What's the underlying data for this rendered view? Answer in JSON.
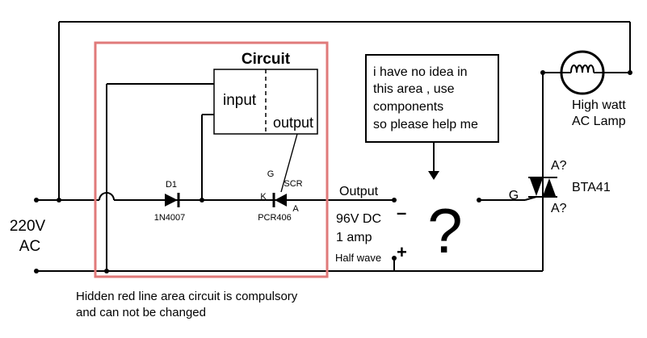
{
  "circuit_box": {
    "title": "Circuit",
    "input_label": "input",
    "output_label": "output"
  },
  "note_box": {
    "lines": [
      "i have no idea in",
      "this area , use",
      "components",
      "so please help me"
    ]
  },
  "source": {
    "line1": "220V",
    "line2": "AC"
  },
  "diode": {
    "ref": "D1",
    "part": "1N4007"
  },
  "scr": {
    "gate": "G",
    "name": "SCR",
    "cathode": "K",
    "anode": "A",
    "part": "PCR406"
  },
  "output": {
    "label": "Output",
    "minus": "–",
    "plus": "+",
    "voltage": "96V DC",
    "current": "1 amp",
    "wave": "Half wave"
  },
  "unknown_symbol": "?",
  "triac": {
    "gate": "G",
    "a_top": "A?",
    "a_bottom": "A?",
    "part": "BTA41"
  },
  "lamp": {
    "line1": "High watt",
    "line2": "AC Lamp"
  },
  "footnote": {
    "line1": "Hidden red line area circuit is compulsory",
    "line2": "and can not be changed"
  },
  "colors": {
    "boundary": "#e07a7a",
    "wire": "#000000"
  }
}
